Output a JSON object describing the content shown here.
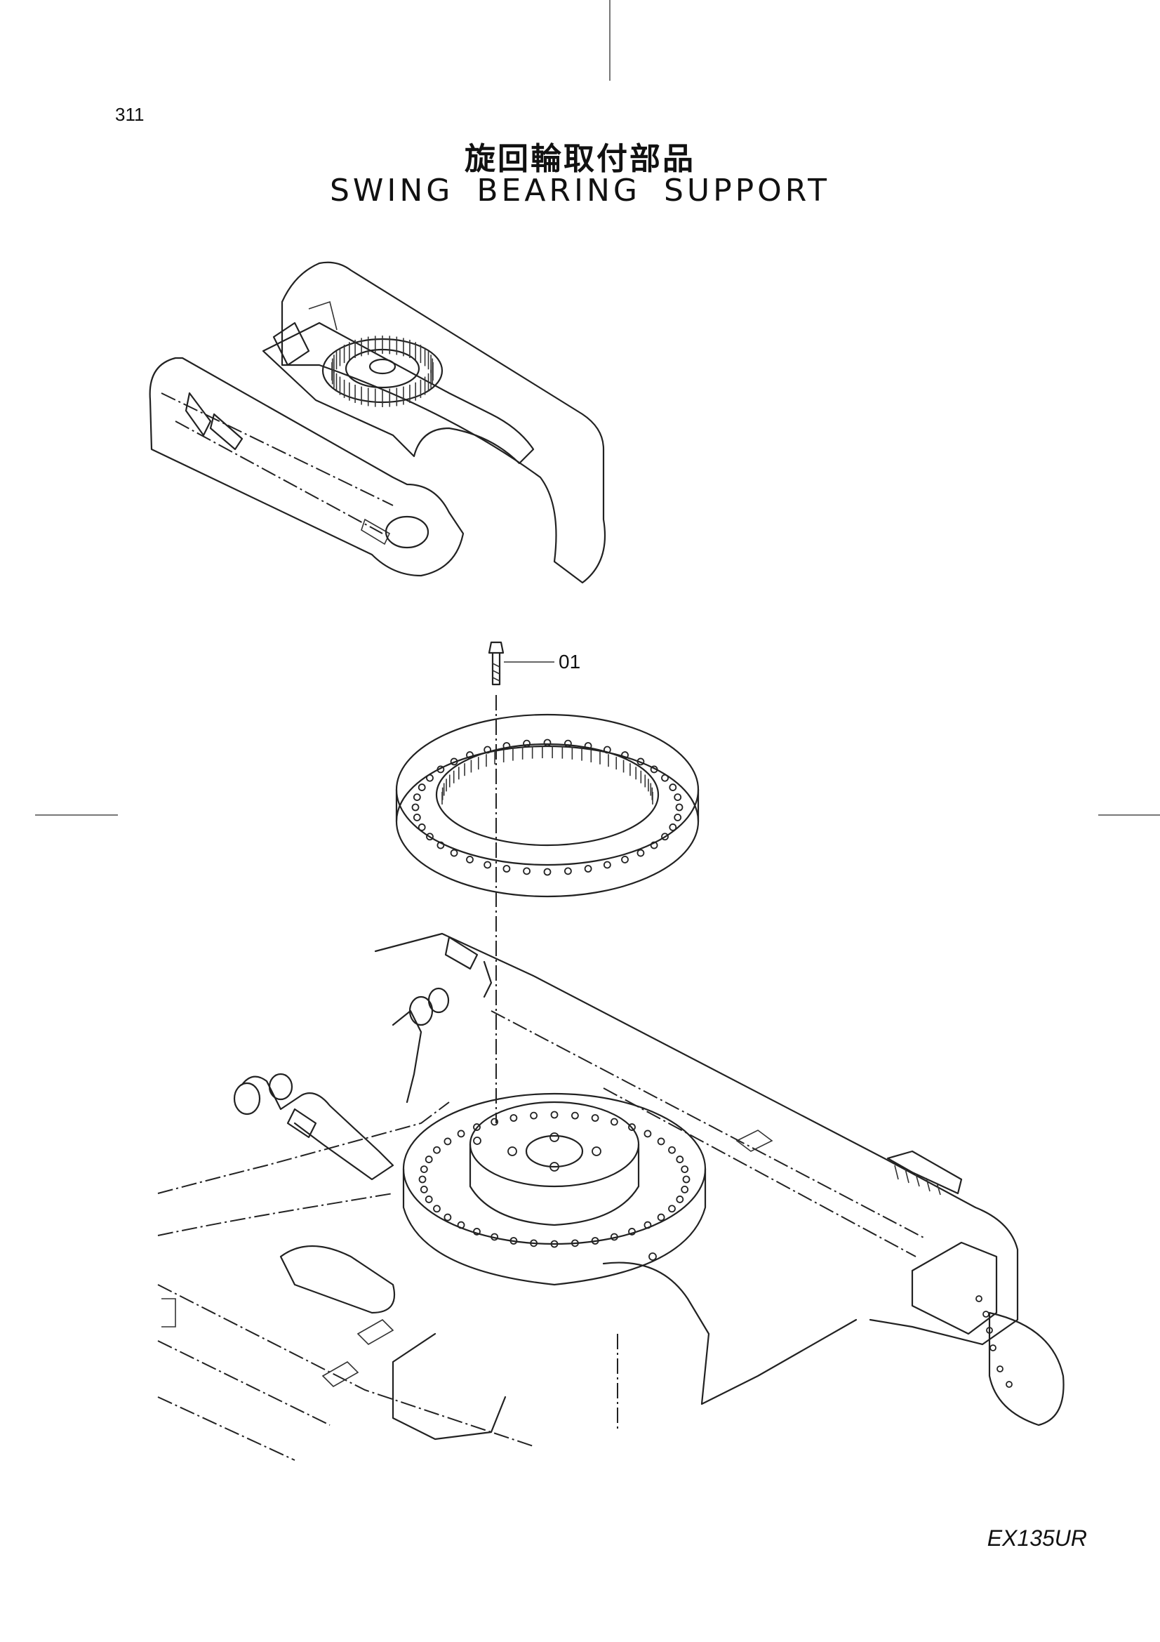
{
  "page_number": "311",
  "title_ja": "旋回輪取付部品",
  "title_en": "SWING BEARING SUPPORT",
  "callouts": [
    {
      "id": "01",
      "part": "bolt"
    }
  ],
  "model_code": "EX135UR",
  "icons": [
    "undercarriage-overview",
    "bolt-icon",
    "swing-bearing-ring",
    "track-frame"
  ]
}
